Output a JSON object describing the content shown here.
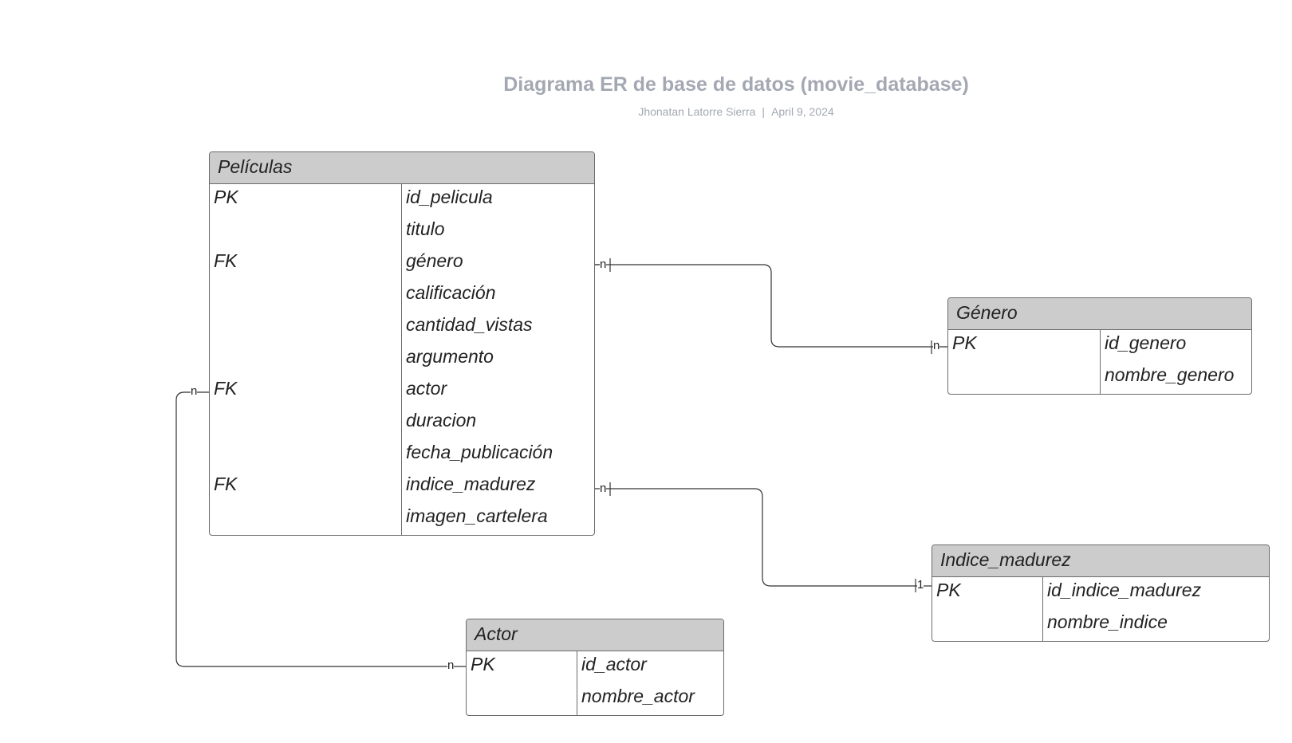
{
  "header": {
    "title": "Diagrama ER de base de datos (movie_database)",
    "author": "Jhonatan Latorre Sierra",
    "separator": "|",
    "date": "April 9, 2024"
  },
  "entities": {
    "peliculas": {
      "name": "Películas",
      "rows": [
        {
          "key": "PK",
          "field": "id_pelicula"
        },
        {
          "key": "",
          "field": "titulo"
        },
        {
          "key": "FK",
          "field": "género"
        },
        {
          "key": "",
          "field": "calificación"
        },
        {
          "key": "",
          "field": "cantidad_vistas"
        },
        {
          "key": "",
          "field": "argumento"
        },
        {
          "key": "FK",
          "field": "actor"
        },
        {
          "key": "",
          "field": "duracion"
        },
        {
          "key": "",
          "field": "fecha_publicación"
        },
        {
          "key": "FK",
          "field": "indice_madurez"
        },
        {
          "key": "",
          "field": "imagen_cartelera"
        }
      ]
    },
    "genero": {
      "name": "Género",
      "rows": [
        {
          "key": "PK",
          "field": "id_genero"
        },
        {
          "key": "",
          "field": "nombre_genero"
        }
      ]
    },
    "indice_madurez": {
      "name": "Indice_madurez",
      "rows": [
        {
          "key": "PK",
          "field": "id_indice_madurez"
        },
        {
          "key": "",
          "field": "nombre_indice"
        }
      ]
    },
    "actor": {
      "name": "Actor",
      "rows": [
        {
          "key": "PK",
          "field": "id_actor"
        },
        {
          "key": "",
          "field": "nombre_actor"
        }
      ]
    }
  },
  "relationships": [
    {
      "from": "peliculas.género",
      "to": "genero.id_genero",
      "from_card": "n",
      "to_card": "n"
    },
    {
      "from": "peliculas.indice_madurez",
      "to": "indice_madurez.id_indice_madurez",
      "from_card": "n",
      "to_card": "1"
    },
    {
      "from": "peliculas.actor",
      "to": "actor.id_actor",
      "from_card": "n",
      "to_card": "n"
    }
  ]
}
